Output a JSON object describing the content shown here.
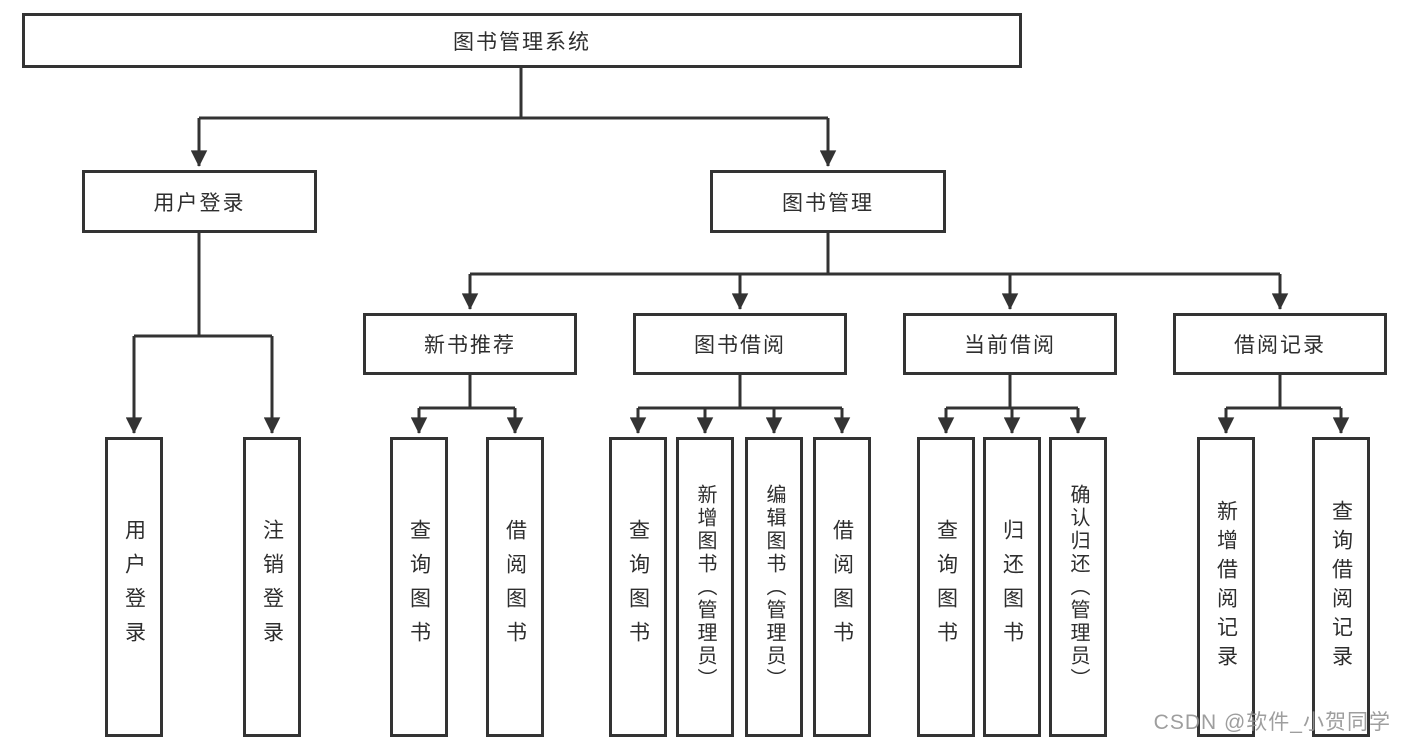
{
  "nodes": {
    "root": "图书管理系统",
    "user_login_group": "用户登录",
    "book_management": "图书管理",
    "new_book_recommend": "新书推荐",
    "book_borrowing": "图书借阅",
    "current_borrowing": "当前借阅",
    "borrowing_records": "借阅记录",
    "user_login": "用户登录",
    "logout": "注销登录",
    "query_book_1": "查询图书",
    "borrow_book_1": "借阅图书",
    "query_book_2": "查询图书",
    "add_book_admin": "新增图书（管理员）",
    "edit_book_admin": "编辑图书（管理员）",
    "borrow_book_2": "借阅图书",
    "query_book_3": "查询图书",
    "return_book": "归还图书",
    "confirm_return_admin": "确认归还（管理员）",
    "add_borrow_record": "新增借阅记录",
    "query_borrow_record": "查询借阅记录"
  },
  "watermark": "CSDN @软件_小贺同学",
  "colors": {
    "line": "#333333",
    "box_border": "#333333",
    "text": "#2e2e2e",
    "watermark": "#949494",
    "background": "#ffffff"
  }
}
